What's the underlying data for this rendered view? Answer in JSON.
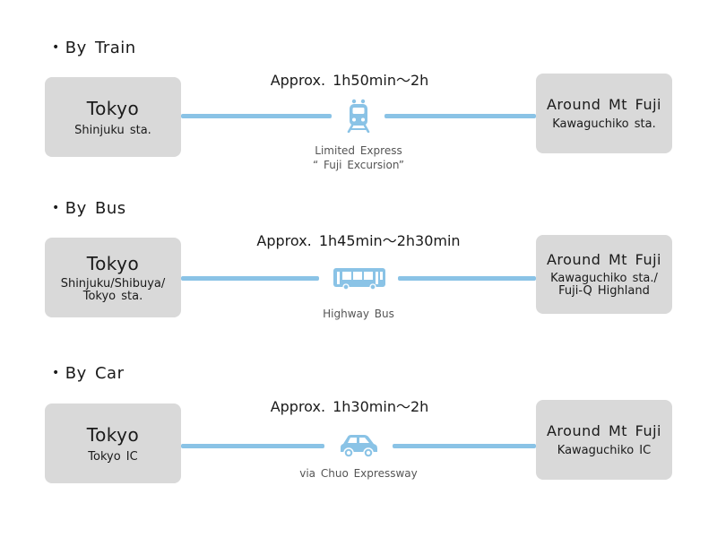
{
  "accent_color": "#8ac3e6",
  "box_color": "#d9d9d9",
  "sections": [
    {
      "title": "By Train",
      "bullet": "•",
      "duration": "Approx. 1h50min〜2h",
      "icon": "train-icon",
      "caption": "Limited Express\n“ Fuji Excursion”",
      "origin": {
        "place": "Tokyo",
        "sub": "Shinjuku sta."
      },
      "destination": {
        "place": "Around Mt Fuji",
        "sub": "Kawaguchiko sta."
      }
    },
    {
      "title": "By Bus",
      "bullet": "•",
      "duration": "Approx. 1h45min〜2h30min",
      "icon": "bus-icon",
      "caption": "Highway Bus",
      "origin": {
        "place": "Tokyo",
        "sub": "Shinjuku/Shibuya/\nTokyo sta."
      },
      "destination": {
        "place": "Around Mt Fuji",
        "sub": "Kawaguchiko sta./\nFuji-Q Highland"
      }
    },
    {
      "title": "By Car",
      "bullet": "•",
      "duration": "Approx. 1h30min〜2h",
      "icon": "car-icon",
      "caption": "via Chuo Expressway",
      "origin": {
        "place": "Tokyo",
        "sub": "Tokyo IC"
      },
      "destination": {
        "place": "Around Mt Fuji",
        "sub": "Kawaguchiko IC"
      }
    }
  ]
}
